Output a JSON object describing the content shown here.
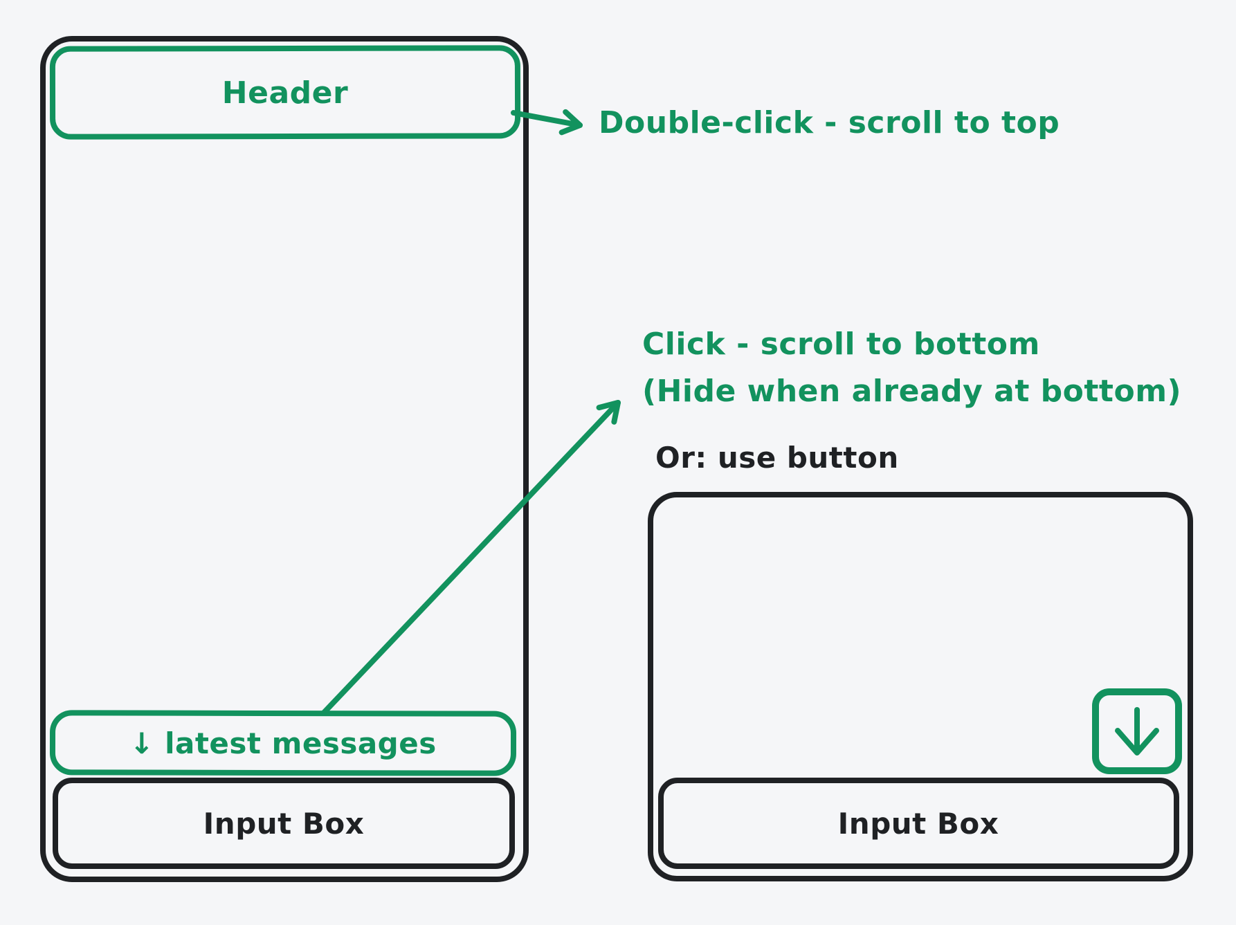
{
  "diagram_title": "chat scroll behavior mockup",
  "colors": {
    "background": "#f5f6f8",
    "ink": "#1f2124",
    "green": "#12925e"
  },
  "chat_mockup": {
    "header_label": "Header",
    "latest_messages_label": "↓ latest messages",
    "input_label": "Input Box"
  },
  "annotations": {
    "header_note": "Double-click - scroll to top",
    "pill_note_line1": "Click - scroll to bottom",
    "pill_note_line2": "(Hide when already at bottom)",
    "alternative_note": "Or: use button"
  },
  "button_mockup": {
    "scroll_button_icon": "down-arrow-icon",
    "input_label": "Input Box"
  }
}
